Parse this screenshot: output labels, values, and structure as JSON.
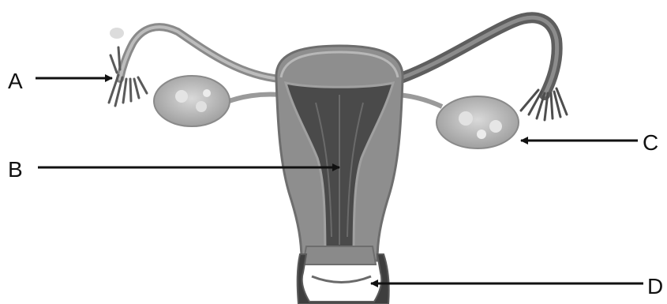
{
  "labels": {
    "a": "A",
    "b": "B",
    "c": "C",
    "d": "D"
  },
  "colors": {
    "arrow": "#111111",
    "tissue_fill": "#9a9a9a",
    "tissue_dark": "#5a5a5a",
    "cavity": "#4a4a4a",
    "outline": "#7a7a7a"
  }
}
